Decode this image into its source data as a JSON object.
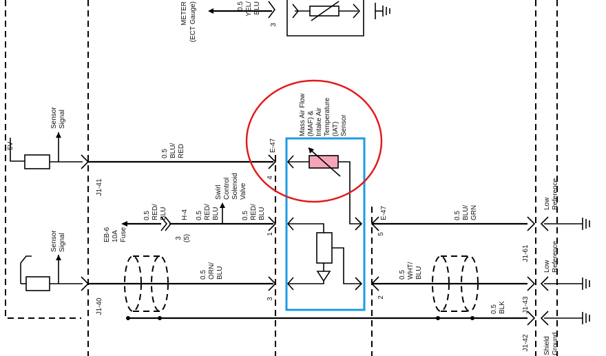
{
  "diagram": {
    "meter_label": "METER",
    "meter_sub": "(ECT Gauge)",
    "top_wire_gauge": "0.5",
    "top_wire_color1": "YEL/",
    "top_wire_color2": "BLU",
    "top_pin": "3",
    "maf_sensor_label": [
      "Mass Air Flow",
      "(MAF) &",
      "Intake Air",
      "Temperature",
      "(IAT)",
      "Sensor"
    ],
    "sensor_signal_1": [
      "Sensor",
      "Signal"
    ],
    "sensor_signal_2": [
      "Sensor",
      "Signal"
    ],
    "v5": "5V",
    "j1_41": "J1-41",
    "j1_40": "J1-40",
    "j1_61": "J1-61",
    "j1_43": "J1-43",
    "j1_42": "J1-42",
    "e47_left": "E-47",
    "e47_right": "E-47",
    "pin_4": "4",
    "pin_1": "1",
    "pin_3": "3",
    "pin_5": "5",
    "pin_2": "2",
    "h4": "H-4",
    "h4_pins": [
      "3",
      "(5)"
    ],
    "wire_iat_gauge": "0.5",
    "wire_iat_color": [
      "BLU/",
      "RED"
    ],
    "wire_maf_gauge": "0.5",
    "wire_maf_color": [
      "ORN/",
      "BLU"
    ],
    "wire_fuse_gauge": "0.5",
    "wire_fuse_color": [
      "RED/",
      "BLU"
    ],
    "wire_h4_gauge": "0.5",
    "wire_h4_color": [
      "RED/",
      "BLU"
    ],
    "wire_sw_gauge": "0.5",
    "wire_sw_color": [
      "RED/",
      "BLU"
    ],
    "swirl_label": [
      "Swirl",
      "Control",
      "Solenoid",
      "Valve"
    ],
    "fuse_label": [
      "EB-6",
      "10A",
      "Fuse"
    ],
    "wire_grn_gauge": "0.5",
    "wire_grn_color": [
      "BLU/",
      "GRN"
    ],
    "wire_wht_gauge": "0.5",
    "wire_wht_color": [
      "WHT/",
      "BLU"
    ],
    "wire_blk_gauge": "0.5",
    "wire_blk_color": "BLK",
    "low_ref_1": [
      "Low",
      "Reference"
    ],
    "low_ref_2": [
      "Low",
      "Reference"
    ],
    "shield_ground": [
      "Shield",
      "Ground"
    ],
    "colors": {
      "highlight_circle": "#e21b1b",
      "sensor_box": "#1b9ce0",
      "thermistor_fill": "#f4a6b8"
    }
  }
}
